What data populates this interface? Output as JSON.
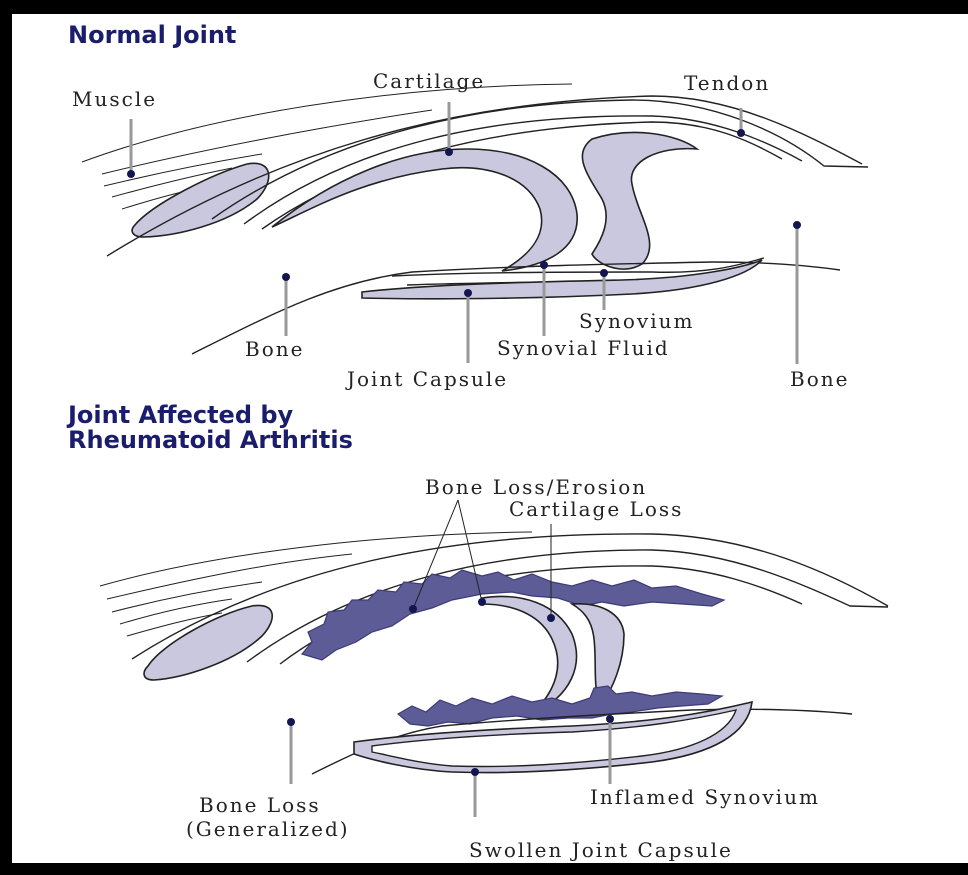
{
  "normal": {
    "title": "Normal Joint",
    "labels": {
      "muscle": "Muscle",
      "cartilage": "Cartilage",
      "tendon": "Tendon",
      "bone_left": "Bone",
      "bone_right": "Bone",
      "synovium": "Synovium",
      "synovial_fluid": "Synovial Fluid",
      "joint_capsule": "Joint Capsule"
    }
  },
  "ra": {
    "title_line1": "Joint Affected by",
    "title_line2": "Rheumatoid Arthritis",
    "labels": {
      "bone_loss_erosion": "Bone Loss/Erosion",
      "cartilage_loss": "Cartilage Loss",
      "bone_loss_generalized_line1": "Bone Loss",
      "bone_loss_generalized_line2": "(Generalized)",
      "inflamed_synovium": "Inflamed Synovium",
      "swollen_joint_capsule": "Swollen Joint Capsule"
    }
  },
  "colors": {
    "title": "#1a1d6b",
    "tissue_fill": "#c9c8de",
    "inflamed_fill": "#5d5c97",
    "dot": "#141650",
    "frame": "#000000"
  }
}
